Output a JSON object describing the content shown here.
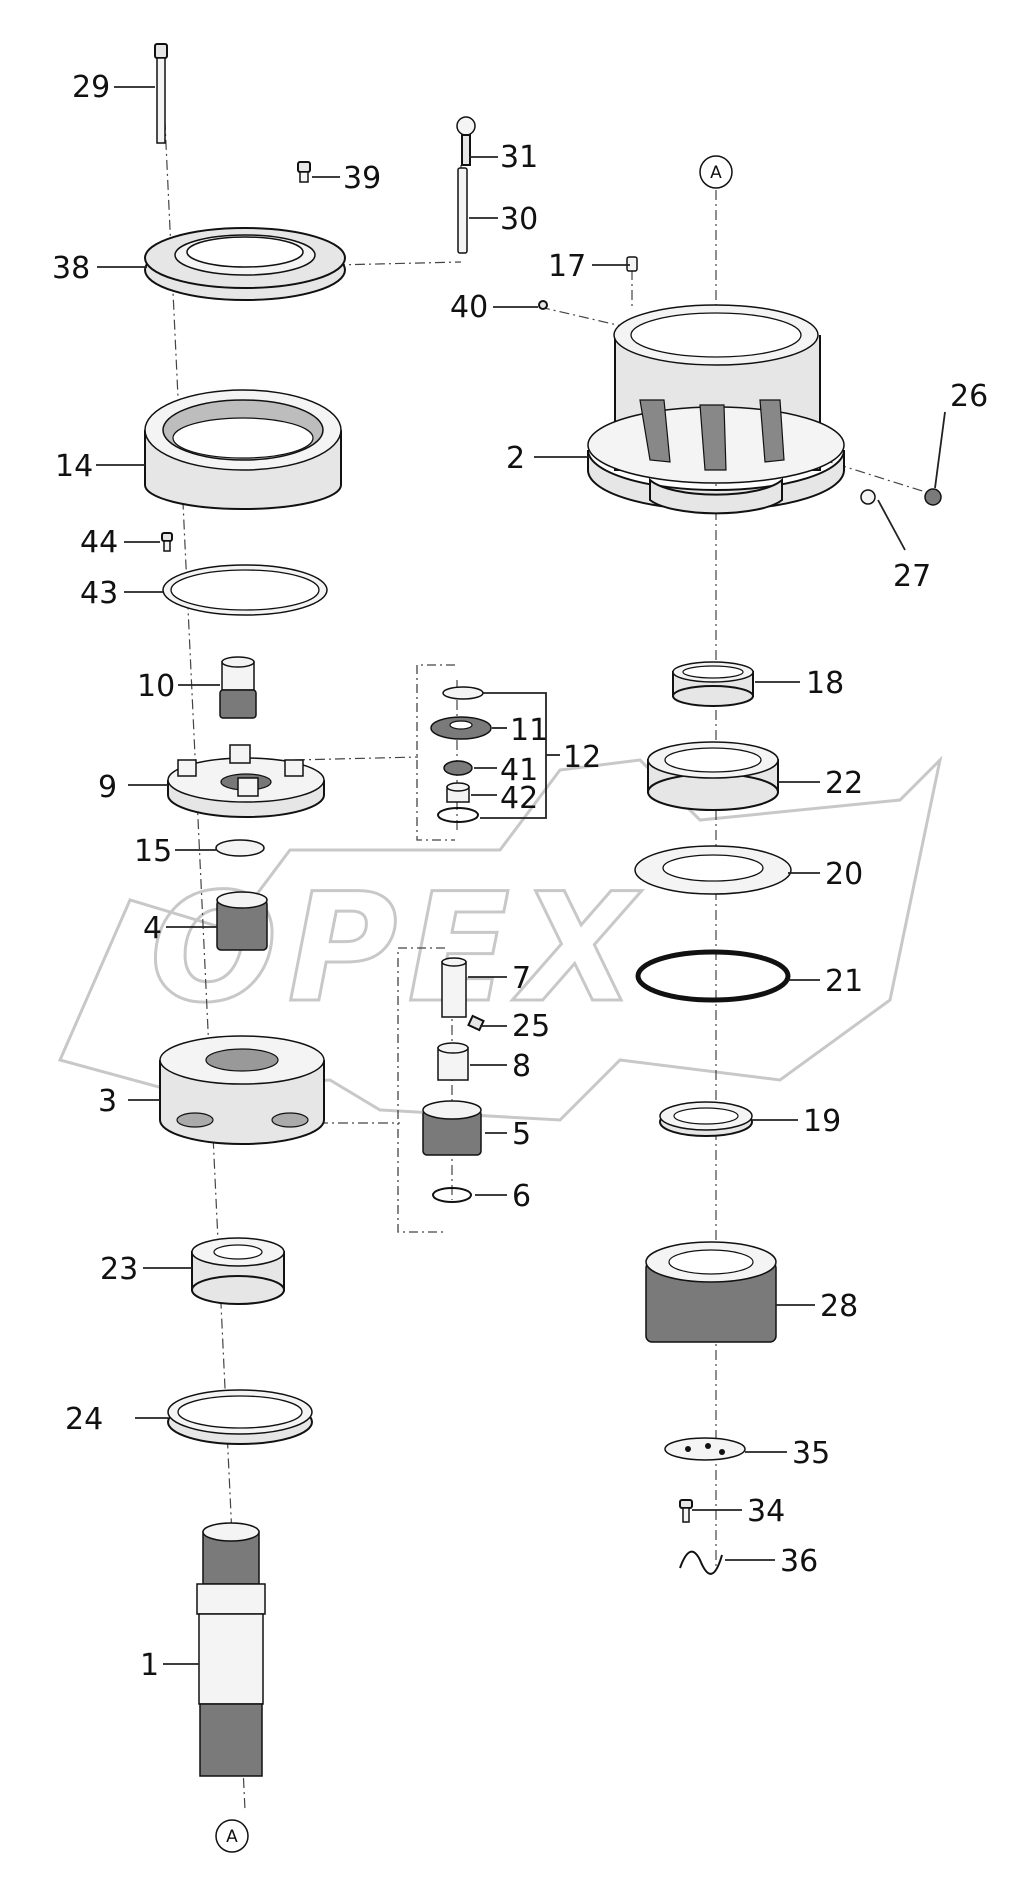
{
  "watermark": "OPEX",
  "reference_mark": "A",
  "callouts": {
    "p1": "1",
    "p2": "2",
    "p3": "3",
    "p4": "4",
    "p5": "5",
    "p6": "6",
    "p7": "7",
    "p8": "8",
    "p9": "9",
    "p10": "10",
    "p11": "11",
    "p12": "12",
    "p14": "14",
    "p15": "15",
    "p17": "17",
    "p18": "18",
    "p19": "19",
    "p20": "20",
    "p21": "21",
    "p22": "22",
    "p23": "23",
    "p24": "24",
    "p25": "25",
    "p26": "26",
    "p27": "27",
    "p28": "28",
    "p29": "29",
    "p30": "30",
    "p31": "31",
    "p34": "34",
    "p35": "35",
    "p36": "36",
    "p38": "38",
    "p39": "39",
    "p40": "40",
    "p41": "41",
    "p42": "42",
    "p43": "43",
    "p44": "44"
  }
}
